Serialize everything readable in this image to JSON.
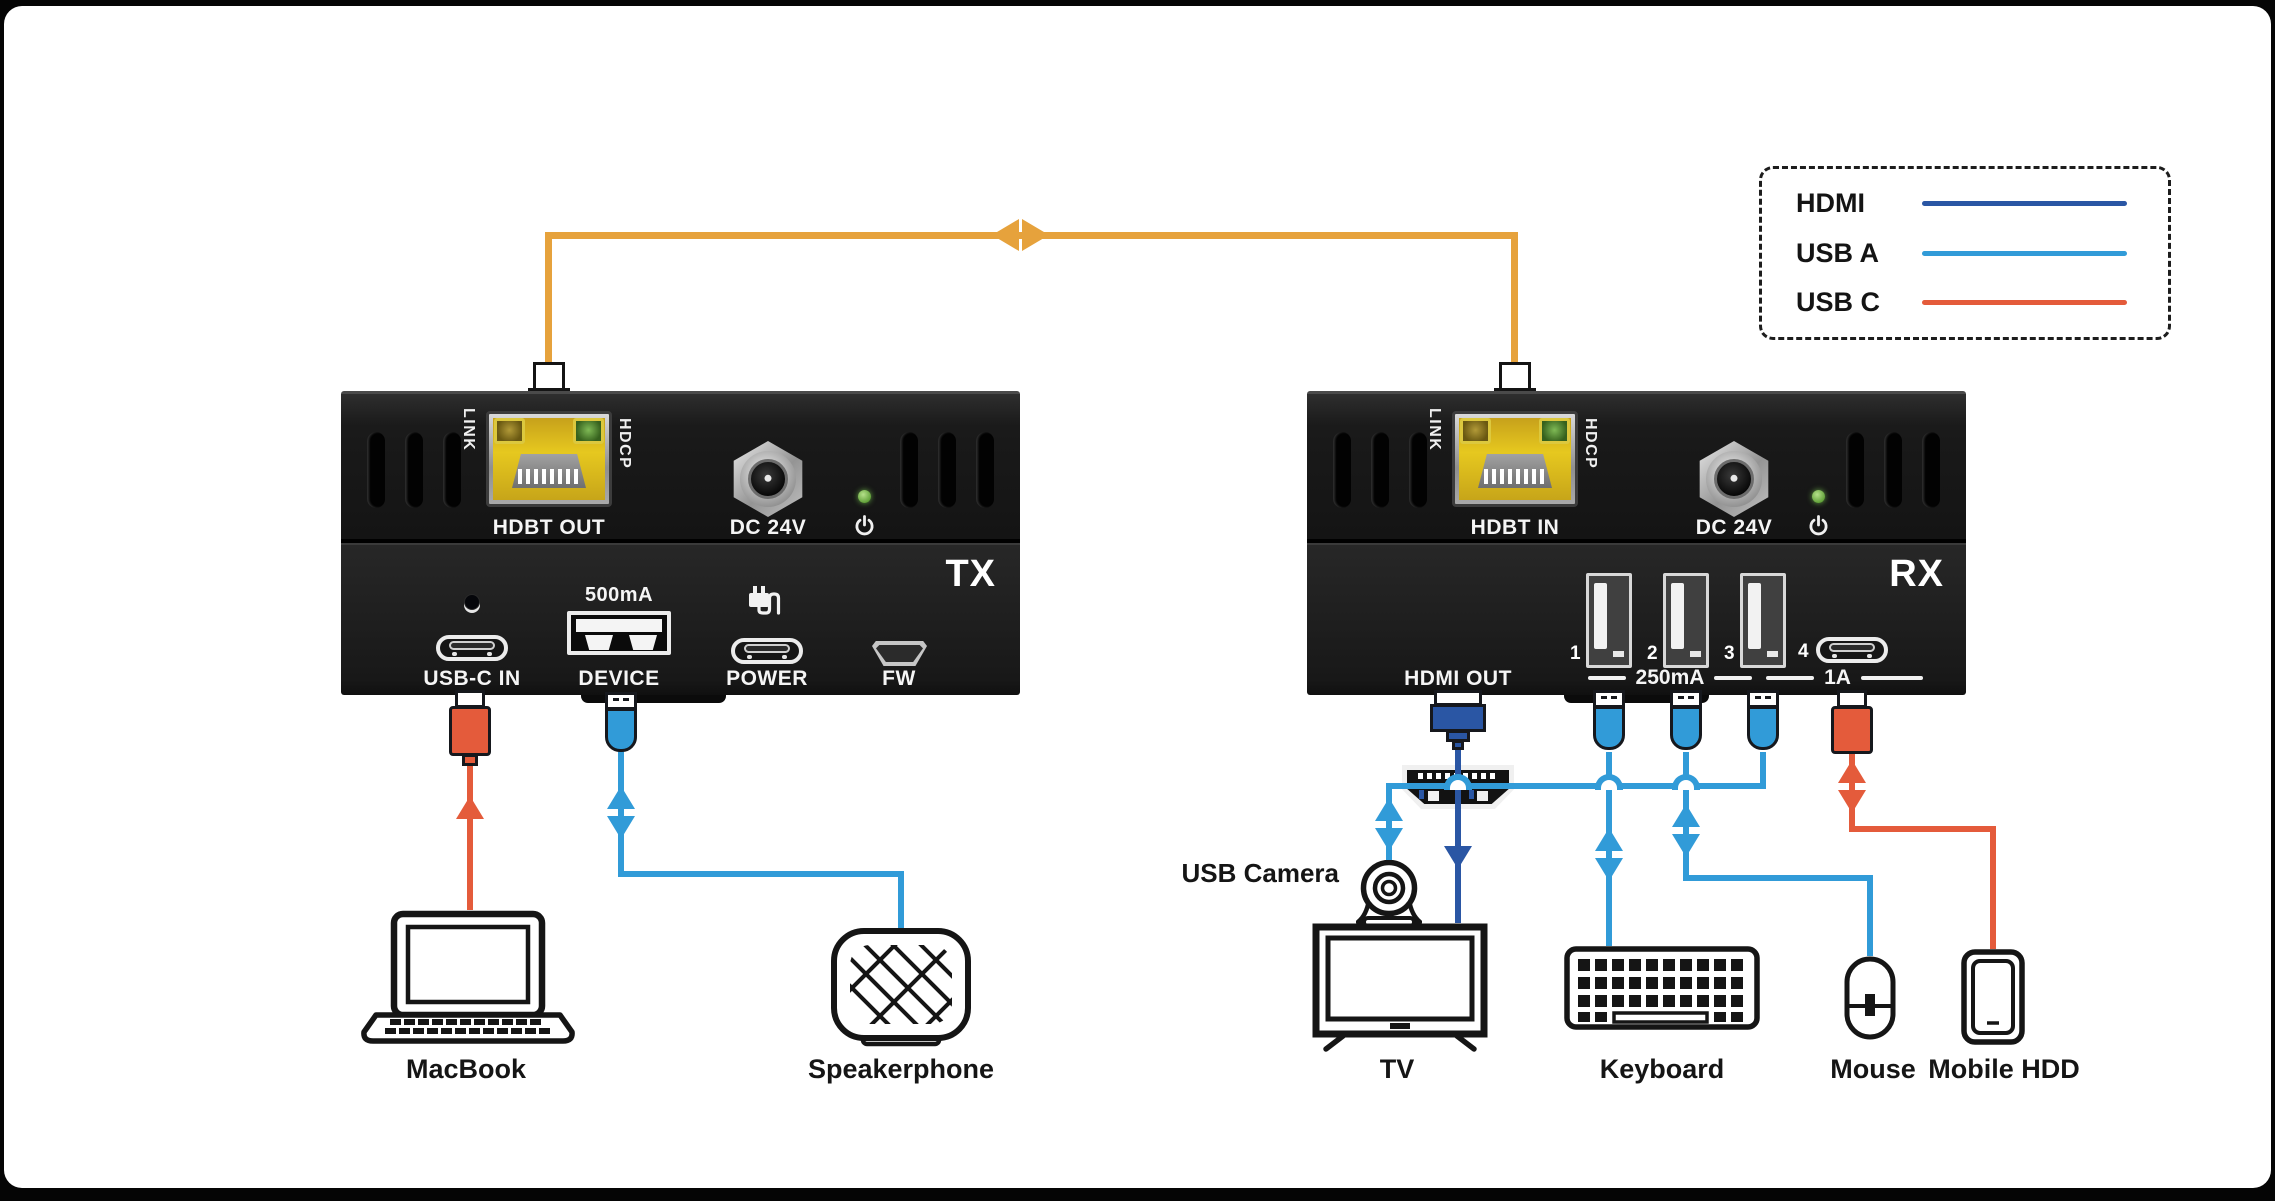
{
  "legend": {
    "items": [
      {
        "label": "HDMI"
      },
      {
        "label": "USB A"
      },
      {
        "label": "USB C"
      }
    ]
  },
  "tx": {
    "badge": "TX",
    "link": "LINK",
    "hdcp": "HDCP",
    "hdbt_label": "HDBT OUT",
    "dc_label": "DC 24V",
    "usbc_in": "USB-C IN",
    "device_current": "500mA",
    "device": "DEVICE",
    "power": "POWER",
    "fw": "FW"
  },
  "rx": {
    "badge": "RX",
    "link": "LINK",
    "hdcp": "HDCP",
    "hdbt_label": "HDBT IN",
    "dc_label": "DC 24V",
    "hdmi_out": "HDMI OUT",
    "ports": [
      "1",
      "2",
      "3",
      "4"
    ],
    "current_ports_1_2": "250mA",
    "current_ports_3_4": "1A"
  },
  "devices": {
    "macbook": "MacBook",
    "speakerphone": "Speakerphone",
    "usb_camera": "USB Camera",
    "tv": "TV",
    "keyboard": "Keyboard",
    "mouse": "Mouse",
    "mobile_hdd": "Mobile HDD"
  },
  "colors": {
    "hdbt_cable": "#e6a23c",
    "hdmi": "#2a56a4",
    "usb_a": "#319bd8",
    "usb_c": "#e45b3b"
  }
}
